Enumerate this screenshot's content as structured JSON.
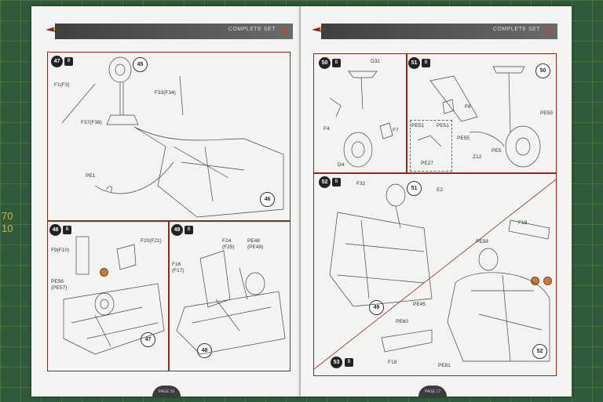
{
  "header": {
    "left_title": "COMPLETE SET",
    "right_title": "COMPLETE SET"
  },
  "footer": {
    "left_page": "PAGE 16",
    "right_page": "PAGE 17"
  },
  "mat_numbers": [
    "70",
    "10"
  ],
  "steps": {
    "s47": {
      "num": "47",
      "callout": "45",
      "callout2": "46",
      "labels": [
        "F1(F3)",
        "F33(F34)",
        "F37(F38)",
        "PE1"
      ]
    },
    "s48": {
      "num": "48",
      "callout": "47",
      "labels": [
        "F9(F10)",
        "F20(F21)",
        "PE56",
        "(PE57)"
      ]
    },
    "s49": {
      "num": "49",
      "callout": "48",
      "labels": [
        "F24",
        "(F25)",
        "PE48",
        "(PE49)",
        "F16",
        "(F17)"
      ]
    },
    "s50": {
      "num": "50",
      "labels": [
        "D31",
        "F4",
        "F7",
        "D4"
      ]
    },
    "s51": {
      "num": "51",
      "callout": "50",
      "labels": [
        "F6",
        "PE59",
        "PE51",
        "PE51",
        "PE55",
        "PE5",
        "Z12",
        "PE27"
      ]
    },
    "s52": {
      "num": "52",
      "callout": "51",
      "callout2": "49",
      "labels": [
        "F32",
        "E2",
        "F19",
        "PE58",
        "PE45",
        "PE60",
        "F18",
        "PE81"
      ],
      "callout3": "52"
    },
    "s53": {
      "num": "53"
    }
  },
  "icons": {
    "step_icon": "B",
    "logo": "wing-logo-icon"
  },
  "colors": {
    "frame": "#8b2a1f",
    "header": "#4a4a4a",
    "accent": "#c24a2c",
    "mat": "#2f5a3c"
  }
}
